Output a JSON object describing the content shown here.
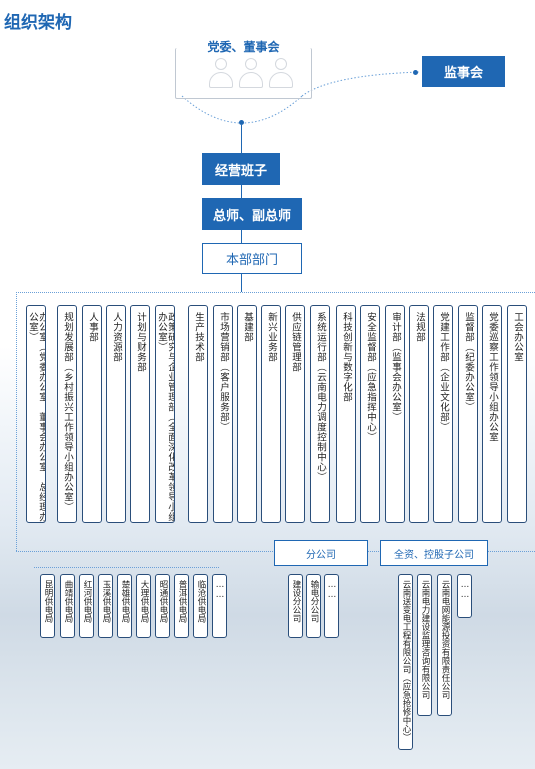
{
  "title": "组织架构",
  "top": {
    "party_label": "党委、董事会",
    "supervisory_label": "监事会"
  },
  "management": {
    "label": "经营班子"
  },
  "engineers": {
    "label": "总师、副总师"
  },
  "hq": {
    "label": "本部部门"
  },
  "departments": [
    "办公室（党委办公室、董事会办公室、总经理办公室）",
    "规划发展部（乡村振兴工作领导小组办公室）",
    "人事部",
    "人力资源部",
    "计划与财务部",
    "政策研究与企业管理部（全面深化改革领导小组办公室）",
    "生产技术部",
    "市场营销部（客户服务部）",
    "基建部",
    "新兴业务部",
    "供应链管理部",
    "系统运行部（云南电力调度控制中心）",
    "科技创新与数字化部",
    "安全监督部（应急指挥中心）",
    "审计部（监事会办公室）",
    "法规部",
    "党建工作部（企业文化部）",
    "监督部（纪委办公室）",
    "党委巡察工作领导小组办公室",
    "工会办公室"
  ],
  "branches": {
    "label": "分公司",
    "items": [
      "建设分公司",
      "输电分公司",
      "……"
    ]
  },
  "subsidiaries": {
    "label": "全资、控股子公司",
    "items": [
      "云南送变电工程有限公司（应急抢修中心）",
      "云南电力建设监理咨询有限公司",
      "云南电网能源投资有限责任公司",
      "……"
    ]
  },
  "power_bureaus": [
    "昆明供电局",
    "曲靖供电局",
    "红河供电局",
    "玉溪供电局",
    "楚雄供电局",
    "大理供电局",
    "昭通供电局",
    "普洱供电局",
    "临沧供电局",
    "……"
  ],
  "colors": {
    "accent": "#1f67b3",
    "border": "#2a4e7a",
    "dotted": "#6aa0d8"
  }
}
